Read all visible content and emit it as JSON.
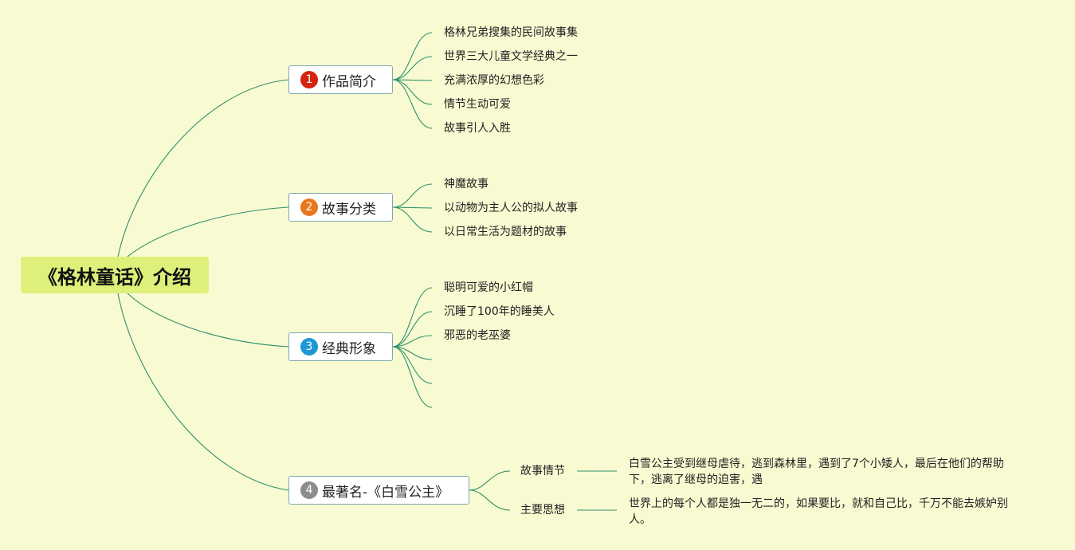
{
  "root": {
    "title": "《格林童话》介绍"
  },
  "branches": [
    {
      "number": "1",
      "color": "#d4230f",
      "label": "作品简介",
      "leaves": [
        "格林兄弟搜集的民间故事集",
        "世界三大儿童文学经典之一",
        "充满浓厚的幻想色彩",
        "情节生动可爱",
        "故事引人入胜"
      ]
    },
    {
      "number": "2",
      "color": "#e8761d",
      "label": "故事分类",
      "leaves": [
        "神魔故事",
        "以动物为主人公的拟人故事",
        "以日常生活为题材的故事"
      ]
    },
    {
      "number": "3",
      "color": "#1d97d6",
      "label": "经典形象",
      "leaves": [
        "聪明可爱的小红帽",
        "沉睡了100年的睡美人",
        "邪恶的老巫婆",
        "",
        "",
        ""
      ]
    },
    {
      "number": "4",
      "color": "#8c8c8c",
      "label": "最著名-《白雪公主》",
      "subs": [
        {
          "label": "故事情节",
          "detail": "白雪公主受到继母虐待，逃到森林里，遇到了7个小矮人，最后在他们的帮助下，逃离了继母的迫害，遇"
        },
        {
          "label": "主要思想",
          "detail": "世界上的每个人都是独一无二的，如果要比，就和自己比，千万不能去嫉妒别人。"
        }
      ]
    }
  ]
}
